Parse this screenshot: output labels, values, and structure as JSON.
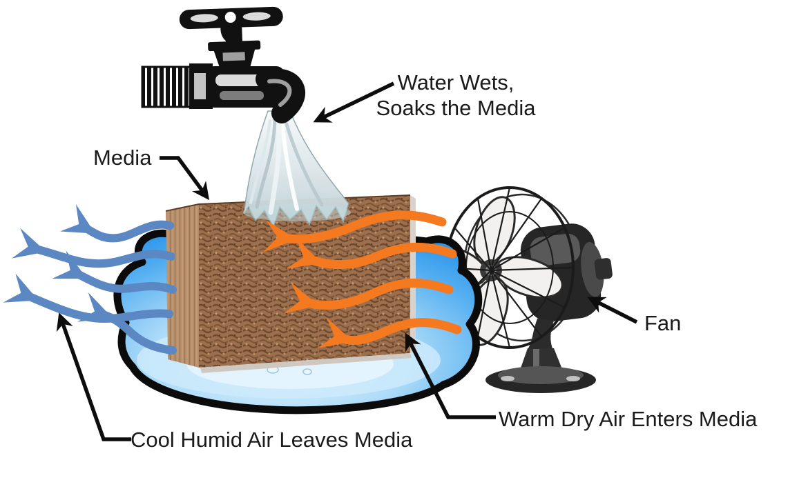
{
  "labels": {
    "water": {
      "line1": "Water Wets,",
      "line2": "Soaks the Media"
    },
    "media": "Media",
    "fan": "Fan",
    "warm_air": "Warm Dry Air Enters Media",
    "cool_air": "Cool Humid Air Leaves Media"
  },
  "icons": {
    "faucet": "faucet-icon",
    "water_stream": "water-stream-icon",
    "media_pad": "media-pad-icon",
    "water_pool": "water-pool-icon",
    "fan": "fan-icon",
    "warm_air_arrows": "warm-air-arrows-icon",
    "cool_air_arrows": "cool-air-arrows-icon"
  },
  "colors": {
    "warm_arrow": "#F4791F",
    "cool_arrow": "#5B87C2",
    "pool_edge": "#2F97EA",
    "pool_light": "#E3F4FD",
    "media_front": "#9C6F4E",
    "media_side": "#B7906C",
    "ink": "#111111",
    "label_text": "#1A1A1A"
  }
}
